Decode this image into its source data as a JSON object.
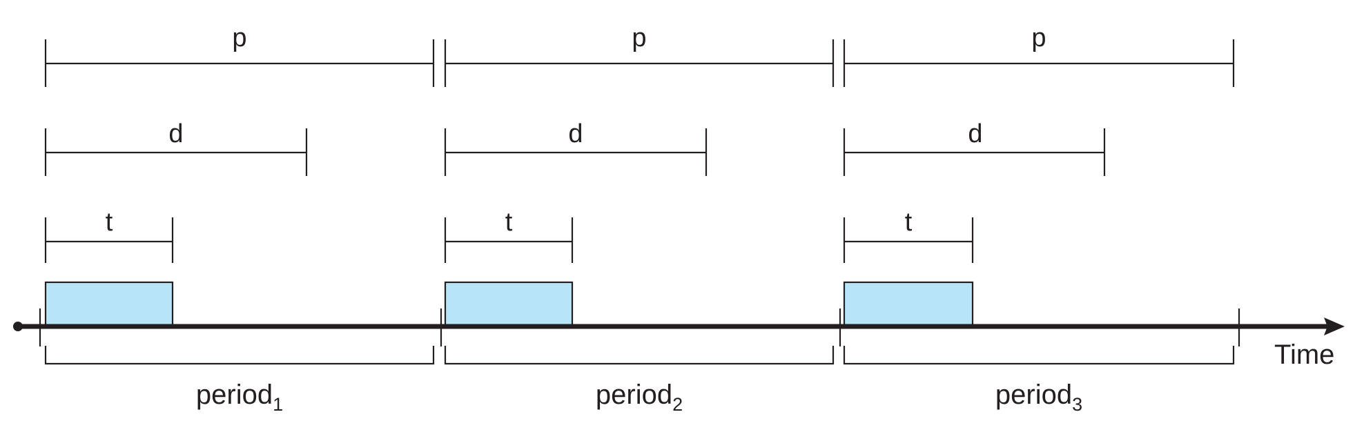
{
  "diagram": {
    "axis_label": "Time",
    "colors": {
      "burst_fill": "#b8e4f8",
      "line": "#231f20"
    },
    "periods": [
      {
        "p_label": "p",
        "d_label": "d",
        "t_label": "t",
        "period_label": "period",
        "period_subscript": "1"
      },
      {
        "p_label": "p",
        "d_label": "d",
        "t_label": "t",
        "period_label": "period",
        "period_subscript": "2"
      },
      {
        "p_label": "p",
        "d_label": "d",
        "t_label": "t",
        "period_label": "period",
        "period_subscript": "3"
      }
    ]
  }
}
